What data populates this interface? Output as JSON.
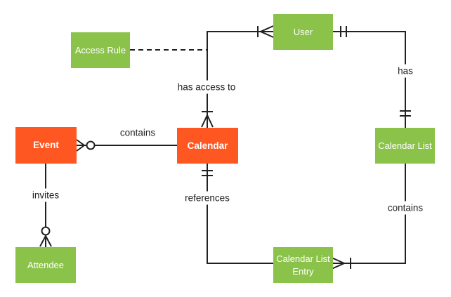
{
  "diagram": {
    "type": "entity-relationship-diagram",
    "colors": {
      "background": "#ffffff",
      "entity_green": "#8bc34a",
      "entity_orange": "#ff5722",
      "line": "#212121",
      "label": "#212121"
    },
    "entities": {
      "access_rule": {
        "label": "Access Rule",
        "color": "green"
      },
      "user": {
        "label": "User",
        "color": "green"
      },
      "event": {
        "label": "Event",
        "color": "orange"
      },
      "calendar": {
        "label": "Calendar",
        "color": "orange"
      },
      "calendar_list": {
        "label": "Calendar List",
        "color": "green"
      },
      "attendee": {
        "label": "Attendee",
        "color": "green"
      },
      "calendar_list_entry": {
        "label": "Calendar List Entry",
        "color": "green"
      }
    },
    "relationships": {
      "has_access_to": {
        "label": "has access to",
        "from": "User",
        "to": "Calendar",
        "from_cardinality": "one-or-many",
        "to_cardinality": "one-or-many",
        "style": "solid"
      },
      "has": {
        "label": "has",
        "from": "User",
        "to": "Calendar List",
        "from_cardinality": "one-and-only-one",
        "to_cardinality": "one-and-only-one",
        "style": "solid"
      },
      "contains_events": {
        "label": "contains",
        "from": "Calendar",
        "to": "Event",
        "to_cardinality": "zero-or-many",
        "style": "solid"
      },
      "invites": {
        "label": "invites",
        "from": "Event",
        "to": "Attendee",
        "to_cardinality": "zero-or-many",
        "style": "solid"
      },
      "references": {
        "label": "references",
        "from": "Calendar",
        "to": "Calendar List Entry",
        "from_cardinality": "one-and-only-one",
        "style": "solid"
      },
      "contains_entries": {
        "label": "contains",
        "from": "Calendar List",
        "to": "Calendar List Entry",
        "to_cardinality": "one-or-many",
        "style": "solid"
      },
      "access_rule_link": {
        "label": "",
        "from": "Access Rule",
        "to": "has_access_to",
        "style": "dashed"
      }
    }
  }
}
